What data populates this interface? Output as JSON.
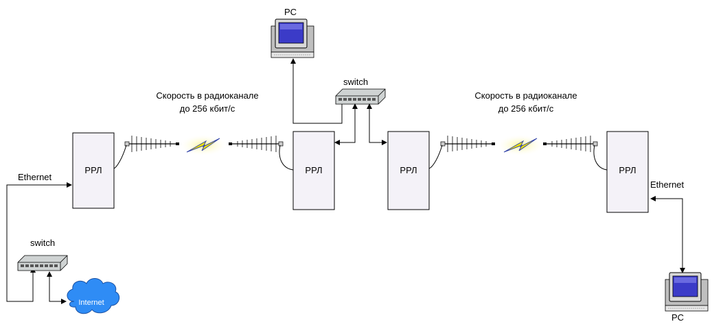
{
  "labels": {
    "pc_top": "PC",
    "pc_bottom": "PC",
    "switch_top": "switch",
    "switch_left": "switch",
    "ethernet_left": "Ethernet",
    "ethernet_right": "Ethernet",
    "speed_left_line1": "Скорость в радиоканале",
    "speed_left_line2": "до 256 кбит/с",
    "speed_right_line1": "Скорость в радиоканале",
    "speed_right_line2": "до 256 кбит/с",
    "rrl_1": "РРЛ",
    "rrl_2": "РРЛ",
    "rrl_3": "РРЛ",
    "rrl_4": "РРЛ",
    "internet": "Internet"
  },
  "colors": {
    "rrl_fill": "#f4f2f8",
    "cloud": "#2f8cf5",
    "lightning": "#f2e600",
    "lightning_glow": "#fbf59a",
    "monitor_screen": "#3b3bc8",
    "pc_body": "#d9d9d9",
    "switch_body": "#cfd3d3"
  },
  "icons": [
    "pc-icon",
    "switch-icon",
    "yagi-antenna-icon",
    "lightning-icon",
    "cloud-icon"
  ]
}
